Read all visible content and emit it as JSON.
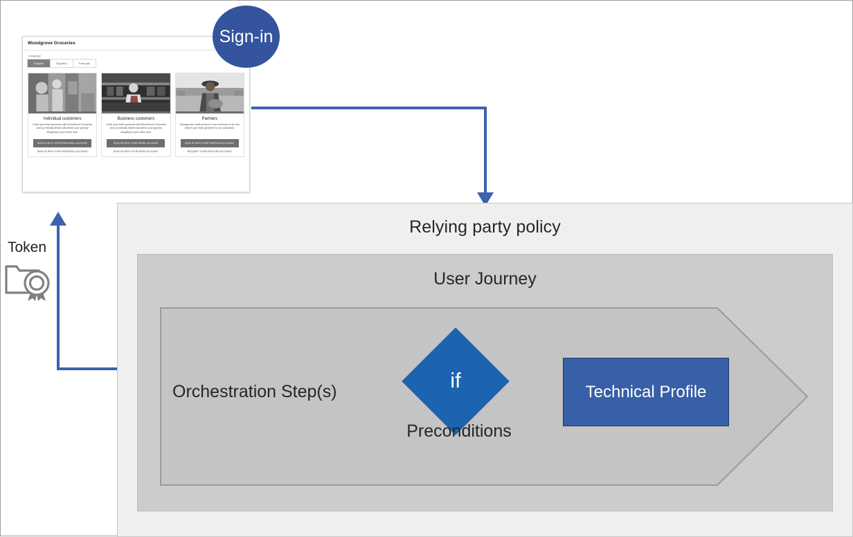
{
  "signin_bubble": {
    "label": "Sign-in"
  },
  "token": {
    "label": "Token",
    "icon": "certificate-token-icon"
  },
  "browser": {
    "title": "Woodgrove Groceries",
    "language_label": "Language",
    "languages": [
      {
        "label": "English",
        "active": true
      },
      {
        "label": "Español",
        "active": false
      },
      {
        "label": "Français",
        "active": false
      }
    ],
    "cards": [
      {
        "title": "Individual customers",
        "text": "Order your fresh groceries with WoodGrove Groceries and our friendly drivers will deliver your grocery shopping to your home door.",
        "button": "SIGN IN WITH YOUR PERSONAL ACCOUNT",
        "link": "SIGN UP WITH YOUR PERSONAL ACCOUNT",
        "image": "shoppers-in-store-photo"
      },
      {
        "title": "Business customers",
        "text": "Order your fresh groceries with WoodGrove Groceries and our friendly drivers will deliver your grocery shopping to your office door.",
        "button": "SIGN IN WITH YOUR WORK ACCOUNT",
        "link": "SIGN UP WITH YOUR WORK ACCOUNT",
        "image": "store-employee-photo"
      },
      {
        "title": "Partners",
        "text": "Manage your local produce in our inventory so we can deliver your fresh groceries to our customers.",
        "button": "SIGN IN WITH YOUR SUPPLIER ACCOUNT",
        "link": "REQUEST YOUR SUPPLIER ACCOUNT",
        "image": "farmer-with-produce-photo"
      }
    ]
  },
  "diagram": {
    "relying_party_policy": "Relying party policy",
    "user_journey": "User Journey",
    "orchestration_steps": "Orchestration Step(s)",
    "if_label": "if",
    "preconditions": "Preconditions",
    "technical_profile": "Technical Profile"
  },
  "colors": {
    "arrow_blue": "#3b63ae",
    "bubble_blue": "#34559e",
    "diamond_blue": "#1c63b0",
    "technical_profile_blue": "#3760a8",
    "technical_profile_border": "#1f3864",
    "relying_party_bg": "#efefef",
    "user_journey_bg": "#cccccc",
    "chevron_bg": "#c4c4c4",
    "chevron_border": "#9a9a9a",
    "token_gray": "#808080"
  }
}
